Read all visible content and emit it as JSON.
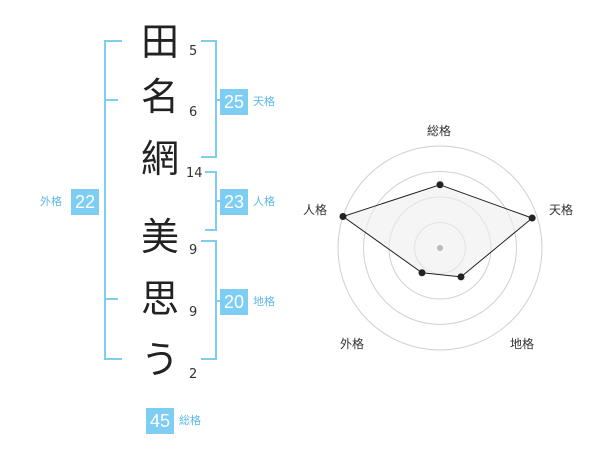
{
  "name_chars": [
    {
      "char": "田",
      "strokes": "5"
    },
    {
      "char": "名",
      "strokes": "6"
    },
    {
      "char": "網",
      "strokes": "14"
    },
    {
      "char": "美",
      "strokes": "9"
    },
    {
      "char": "思",
      "strokes": "9"
    },
    {
      "char": "う",
      "strokes": "2"
    }
  ],
  "scores": {
    "tenkaku": {
      "value": "25",
      "label": "天格"
    },
    "jinkaku": {
      "value": "23",
      "label": "人格"
    },
    "chikaku": {
      "value": "20",
      "label": "地格"
    },
    "gaikaku": {
      "value": "22",
      "label": "外格"
    },
    "soukaku": {
      "value": "45",
      "label": "総格"
    }
  },
  "chart_data": {
    "type": "radar",
    "axes": [
      "総格",
      "天格",
      "地格",
      "外格",
      "人格"
    ],
    "values": [
      0.62,
      0.95,
      0.35,
      0.3,
      1.0
    ],
    "rings": 4,
    "colors": {
      "fill": "#eeeeee",
      "line": "#222222",
      "ring": "#d0d0d0",
      "center": "#bbbbbb"
    }
  },
  "colors": {
    "accent": "#7ecef4",
    "accent_text": "#5ab9ea"
  }
}
